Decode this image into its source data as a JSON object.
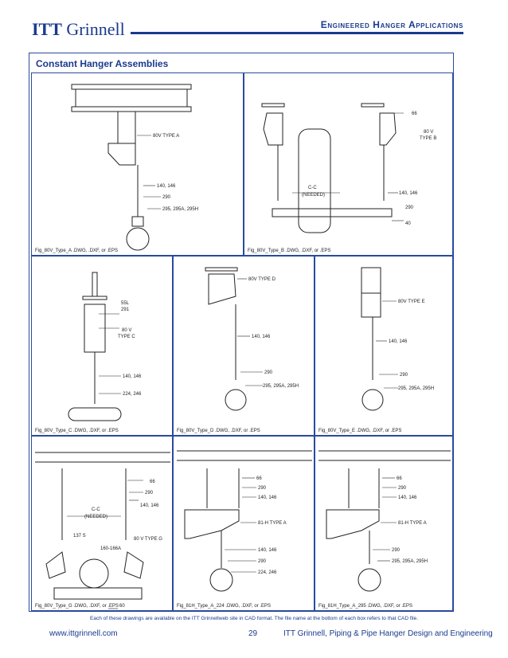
{
  "header": {
    "logo_bold": "ITT",
    "logo_rest": " Grinnell",
    "section_title": "Engineered Hanger Applications"
  },
  "frame_title": "Constant Hanger Assemblies",
  "captions": {
    "a": "Fig_80V_Type_A .DWG, .DXF, or .EPS",
    "b": "Fig_80V_Type_B .DWG, .DXF, or .EPS",
    "c": "Fig_80V_Type_C .DWG, .DXF, or .EPS",
    "d": "Fig_80V_Type_D .DWG, .DXF, or .EPS",
    "e": "Fig_80V_Type_E .DWG, .DXF, or .EPS",
    "g": "Fig_80V_Type_G .DWG, .DXF, or .EPS",
    "h224": "Fig_81H_Type_A_224 .DWG, .DXF, or .EPS",
    "h295": "Fig_81H_Type_A_295 .DWG, .DXF, or .EPS"
  },
  "labels": {
    "a": [
      "80V TYPE A",
      "140, 146",
      "290",
      "295, 295A, 295H"
    ],
    "b": [
      "66",
      "80 V",
      "TYPE B",
      "C-C",
      "(NEEDED)",
      "140, 146",
      "290",
      "40"
    ],
    "c": [
      "55L",
      "291",
      "80 V",
      "TYPE C",
      "140, 146",
      "224, 246"
    ],
    "d": [
      "80V TYPE D",
      "140, 146",
      "290",
      "295, 295A, 295H"
    ],
    "e": [
      "80V TYPE E",
      "140, 146",
      "290",
      "295, 295A, 295H"
    ],
    "g": [
      "66",
      "290",
      "140, 146",
      "C-C",
      "(NEEDED)",
      "137 S",
      "160-166A",
      "80 V TYPE G",
      "60"
    ],
    "h224": [
      "66",
      "290",
      "140, 146",
      "81-H TYPE A",
      "140, 146",
      "290",
      "224, 246"
    ],
    "h295": [
      "66",
      "290",
      "140, 146",
      "81-H TYPE A",
      "290",
      "295, 295A, 295H"
    ]
  },
  "note": "Each of these drawings are available on the ITT Grinnellweb site in CAD format. The file name at the bottom of each box refers to that CAD file.",
  "footer": {
    "url": "www.ittgrinnell.com",
    "page": "29",
    "tagline": "ITT Grinnell, Piping & Pipe Hanger Design and Engineering"
  }
}
